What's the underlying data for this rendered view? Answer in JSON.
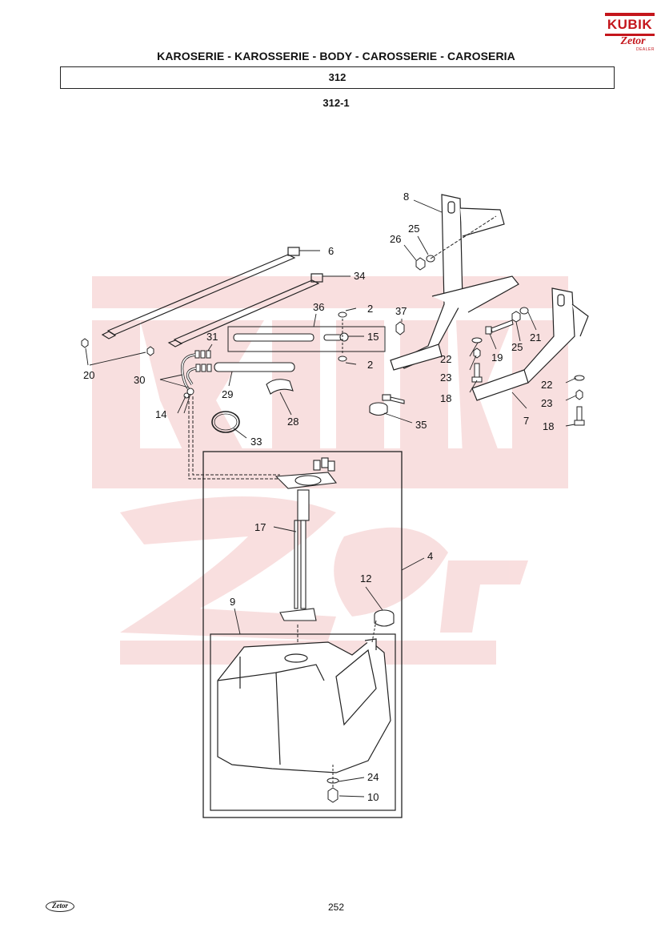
{
  "header": {
    "title": "KAROSERIE - KAROSSERIE - BODY - CAROSSERIE - CAROSERIA",
    "section": "312",
    "subsection": "312-1"
  },
  "logo": {
    "brand": "KUBIK",
    "sub_brand": "Zetor",
    "tagline": "DEALER",
    "colors": {
      "brand": "#c4161c"
    }
  },
  "footer": {
    "page_number": "252",
    "logo_text": "Zetor"
  },
  "watermark": {
    "text": "KUBIK Zetor",
    "color": "#f7d9d9"
  },
  "callouts": {
    "c2a": "2",
    "c2b": "2",
    "c4": "4",
    "c6": "6",
    "c7": "7",
    "c8": "8",
    "c9": "9",
    "c10": "10",
    "c12": "12",
    "c14": "14",
    "c15": "15",
    "c17": "17",
    "c18a": "18",
    "c18b": "18",
    "c19": "19",
    "c20": "20",
    "c21": "21",
    "c22a": "22",
    "c22b": "22",
    "c23a": "23",
    "c23b": "23",
    "c24": "24",
    "c25a": "25",
    "c25b": "25",
    "c26": "26",
    "c28": "28",
    "c29": "29",
    "c30": "30",
    "c31": "31",
    "c33": "33",
    "c34": "34",
    "c35": "35",
    "c36": "36",
    "c37": "37"
  }
}
